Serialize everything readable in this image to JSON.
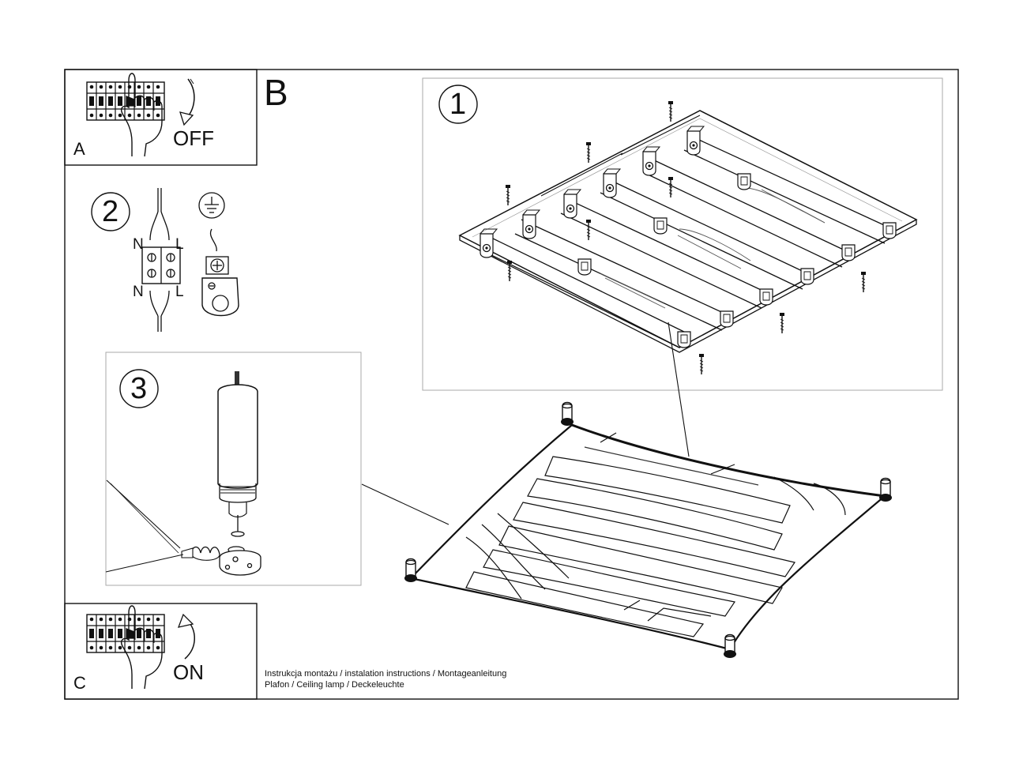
{
  "panels": {
    "a": {
      "letter": "A",
      "action": "OFF"
    },
    "b": {
      "letter": "B"
    },
    "c": {
      "letter": "C",
      "action": "ON"
    }
  },
  "steps": {
    "step1": "1",
    "step2": "2",
    "step3": "3"
  },
  "wiring": {
    "neutral_top": "N",
    "live_top": "L",
    "neutral_bottom": "N",
    "live_bottom": "L"
  },
  "footer": {
    "line1": "Instrukcja montażu / instalation instructions / Montageanleitung",
    "line2": "Plafon / Ceiling lamp / Deckeleuchte"
  }
}
